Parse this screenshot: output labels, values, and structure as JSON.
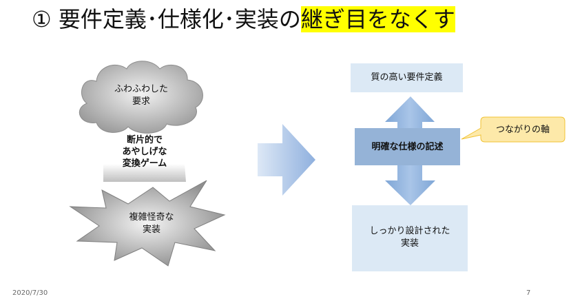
{
  "title": {
    "prefix": "① 要件定義･仕様化･実装の",
    "highlight": "継ぎ目をなくす",
    "highlight_color": "#ffff00"
  },
  "left": {
    "cloud_lines": [
      "ふわふわした",
      "要求"
    ],
    "middle_lines": [
      "断片的で",
      "あやしげな",
      "変換ゲーム"
    ],
    "burst_lines": [
      "複雑怪奇な",
      "実装"
    ]
  },
  "right": {
    "top_box": "質の高い要件定義",
    "center_box": "明確な仕様の記述",
    "callout": "つながりの軸",
    "bottom_box_lines": [
      "しっかり設計された",
      "実装"
    ]
  },
  "footer": {
    "date": "2020/7/30",
    "page": "7"
  },
  "colors": {
    "light_box": "#dce9f5",
    "center_box": "#95b3d7",
    "arrow": "#8eb3df",
    "callout": "#fde9a9",
    "shape_gray": "#a6a6a6"
  }
}
